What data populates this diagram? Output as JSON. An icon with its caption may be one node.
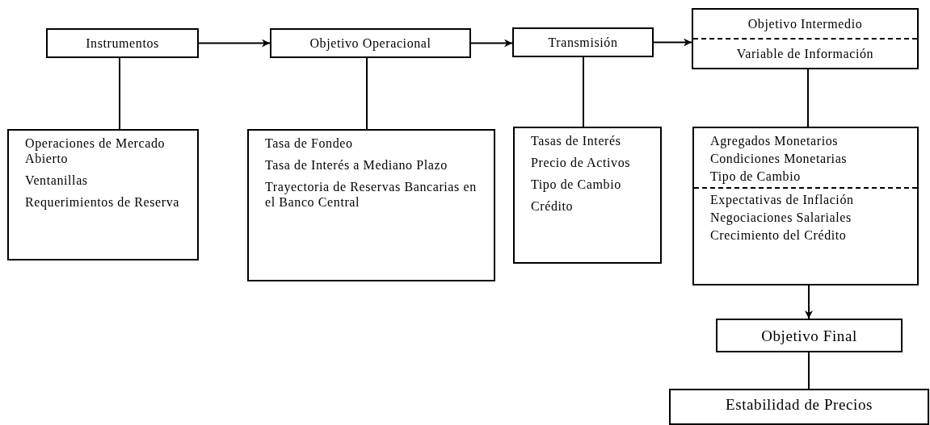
{
  "diagram": {
    "nodes": [
      {
        "text": [
          "Instrumentos"
        ]
      },
      {
        "text": [
          "Objetivo Operacional"
        ]
      },
      {
        "text": [
          "Transmisión"
        ]
      },
      {
        "text": [
          "Objetivo Intermedio",
          "Variable de Información"
        ]
      },
      {
        "text": [
          "Operaciones de Mercado Abierto",
          "Ventanillas",
          "Requerimientos de Reserva"
        ]
      },
      {
        "text": [
          "Tasa de Fondeo",
          "Tasa de Interés a Mediano Plazo",
          "Trayectoria de Reservas Bancarias en el Banco Central"
        ]
      },
      {
        "text": [
          "Tasas de Interés",
          "Precio de Activos",
          "Tipo de Cambio",
          "Crédito"
        ]
      },
      {
        "text": [
          "Agregados Monetarios",
          "Condiciones Monetarias",
          "Tipo de Cambio",
          "Expectativas de Inflación",
          "Negociaciones Salariales",
          "Crecimiento del Crédito"
        ]
      },
      {
        "text": [
          "Objetivo Final"
        ]
      },
      {
        "text": [
          "Estabilidad de Precios"
        ]
      }
    ],
    "edges": [
      {
        "from": 0,
        "to": 1,
        "arrow": "to"
      },
      {
        "from": 1,
        "to": 2,
        "arrow": "to"
      },
      {
        "from": 2,
        "to": 3,
        "arrow": "to"
      },
      {
        "from": 0,
        "to": 4,
        "arrow": "none"
      },
      {
        "from": 1,
        "to": 5,
        "arrow": "none"
      },
      {
        "from": 2,
        "to": 6,
        "arrow": "none"
      },
      {
        "from": 3,
        "to": 7,
        "arrow": "none"
      },
      {
        "from": 7,
        "to": 8,
        "arrow": "to"
      },
      {
        "from": 8,
        "to": 9,
        "arrow": "none"
      }
    ]
  }
}
